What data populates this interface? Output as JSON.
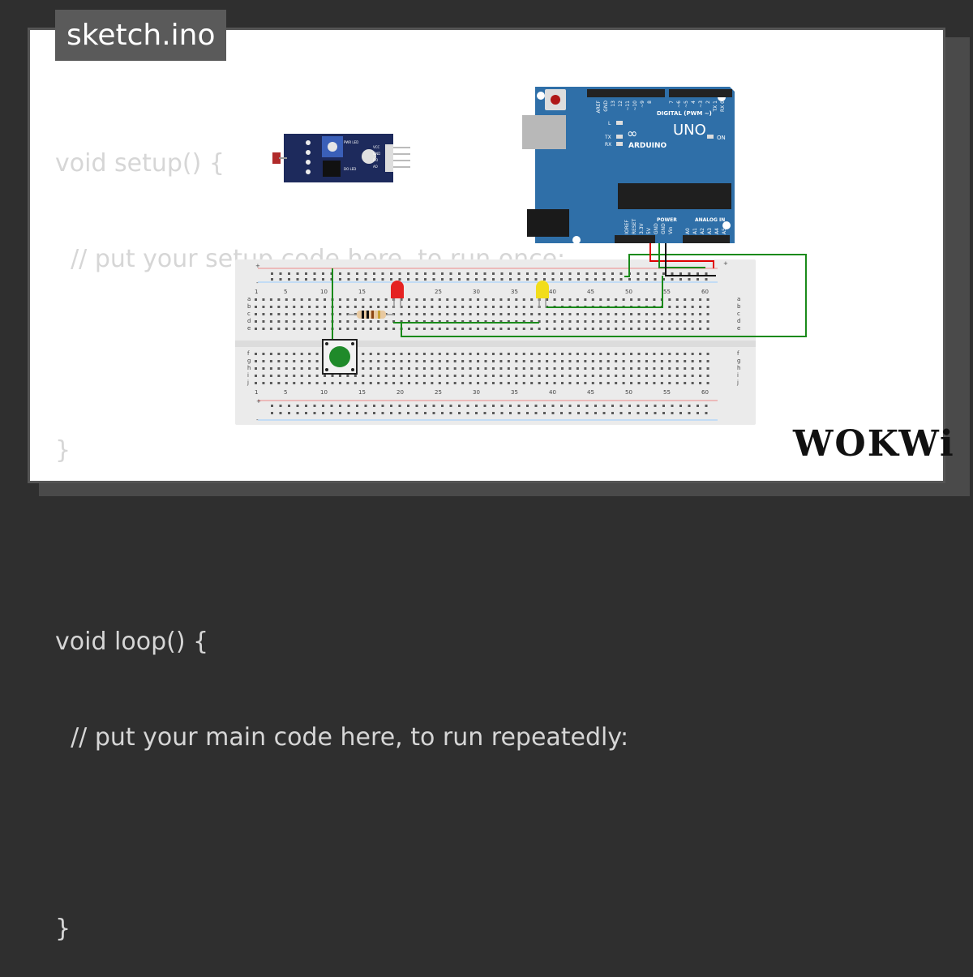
{
  "filename": "sketch.ino",
  "code_lines": [
    "void setup() {",
    "  // put your setup code here, to run once:",
    "",
    "}",
    "",
    "void loop() {",
    "  // put your main code here, to run repeatedly:",
    "",
    "}"
  ],
  "brand": "WOKWi",
  "arduino": {
    "model": "UNO",
    "brand_text": "ARDUINO",
    "digital_label": "DIGITAL (PWM ~)",
    "power_label": "POWER",
    "analog_label": "ANALOG IN",
    "on_label": "ON",
    "tx_label": "TX",
    "rx_label": "RX",
    "l_label": "L",
    "power_pins": [
      "IOREF",
      "RESET",
      "3.3V",
      "5V",
      "GND",
      "GND",
      "Vin"
    ],
    "analog_pins": [
      "A0",
      "A1",
      "A2",
      "A3",
      "A4",
      "A5"
    ],
    "digital_pins": [
      "AREF",
      "GND",
      "13",
      "12",
      "~11",
      "~10",
      "~9",
      "8",
      "7",
      "~6",
      "~5",
      "4",
      "~3",
      "2",
      "TX 1",
      "RX 0"
    ]
  },
  "breadboard": {
    "column_numbers": [
      "1",
      "5",
      "10",
      "15",
      "20",
      "25",
      "30",
      "35",
      "40",
      "45",
      "50",
      "55",
      "60"
    ],
    "row_letters_top": [
      "a",
      "b",
      "c",
      "d",
      "e"
    ],
    "row_letters_bottom": [
      "f",
      "g",
      "h",
      "i",
      "j"
    ],
    "rail_plus": "+",
    "rail_minus": "-"
  },
  "sensor_module": {
    "pins": [
      "VCC",
      "GND",
      "DO",
      "AO"
    ],
    "leds": [
      "PWR LED",
      "DO LED"
    ]
  },
  "colors": {
    "board": "#2f6fa8",
    "wire_green": "#1a8a1a",
    "wire_red": "#e00000",
    "wire_black": "#111111",
    "led_red": "#e52222",
    "led_yellow": "#f2dd1a",
    "button": "#1f8a2a"
  }
}
